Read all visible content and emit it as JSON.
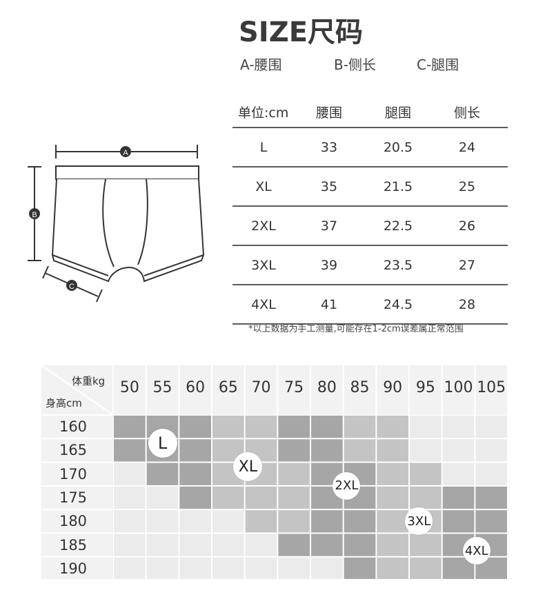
{
  "title": "SIZE尺码",
  "legend": {
    "a": "A-腰围",
    "b": "B-侧长",
    "c": "C-腿围"
  },
  "size_table": {
    "headers": [
      "单位:cm",
      "腰围",
      "腿围",
      "侧长"
    ],
    "rows": [
      [
        "L",
        "33",
        "20.5",
        "24"
      ],
      [
        "XL",
        "35",
        "21.5",
        "25"
      ],
      [
        "2XL",
        "37",
        "22.5",
        "26"
      ],
      [
        "3XL",
        "39",
        "23.5",
        "27"
      ],
      [
        "4XL",
        "41",
        "24.5",
        "28"
      ]
    ],
    "note": "*以上数据为手工测量,可能存在1-2cm误差属正常范围"
  },
  "diagram": {
    "label_a": "A",
    "label_b": "B",
    "label_c": "C"
  },
  "weight_height_grid": {
    "weight_header": "体重kg",
    "height_header": "身高cm",
    "weights": [
      "50",
      "55",
      "60",
      "65",
      "70",
      "75",
      "80",
      "85",
      "90",
      "95",
      "100",
      "105"
    ],
    "heights": [
      "160",
      "165",
      "170",
      "175",
      "180",
      "185",
      "190"
    ],
    "colors": {
      "dark": "#a6a6a6",
      "medium": "#c4c4c4",
      "light": "#ebebeb",
      "header_bg": "#f2f2f2"
    },
    "cells": [
      [
        "d",
        "d",
        "d",
        "m",
        "m",
        "d",
        "d",
        "m",
        "m",
        "l",
        "l",
        "l"
      ],
      [
        "d",
        "d",
        "d",
        "m",
        "m",
        "d",
        "d",
        "m",
        "m",
        "l",
        "l",
        "l"
      ],
      [
        "l",
        "d",
        "d",
        "m",
        "m",
        "m",
        "d",
        "d",
        "m",
        "m",
        "l",
        "l"
      ],
      [
        "l",
        "l",
        "d",
        "m",
        "m",
        "m",
        "d",
        "d",
        "m",
        "m",
        "d",
        "d"
      ],
      [
        "l",
        "l",
        "l",
        "l",
        "m",
        "m",
        "d",
        "d",
        "m",
        "m",
        "d",
        "d"
      ],
      [
        "l",
        "l",
        "l",
        "l",
        "l",
        "d",
        "d",
        "d",
        "m",
        "m",
        "d",
        "d"
      ],
      [
        "l",
        "l",
        "l",
        "l",
        "l",
        "l",
        "l",
        "d",
        "m",
        "m",
        "d",
        "d"
      ]
    ],
    "badges": [
      {
        "label": "L",
        "col": 1.5,
        "row": 1.2
      },
      {
        "label": "XL",
        "col": 4.1,
        "row": 2.2
      },
      {
        "label": "2XL",
        "col": 7.1,
        "row": 3.0
      },
      {
        "label": "3XL",
        "col": 9.3,
        "row": 4.5
      },
      {
        "label": "4XL",
        "col": 11.05,
        "row": 5.75
      }
    ]
  }
}
